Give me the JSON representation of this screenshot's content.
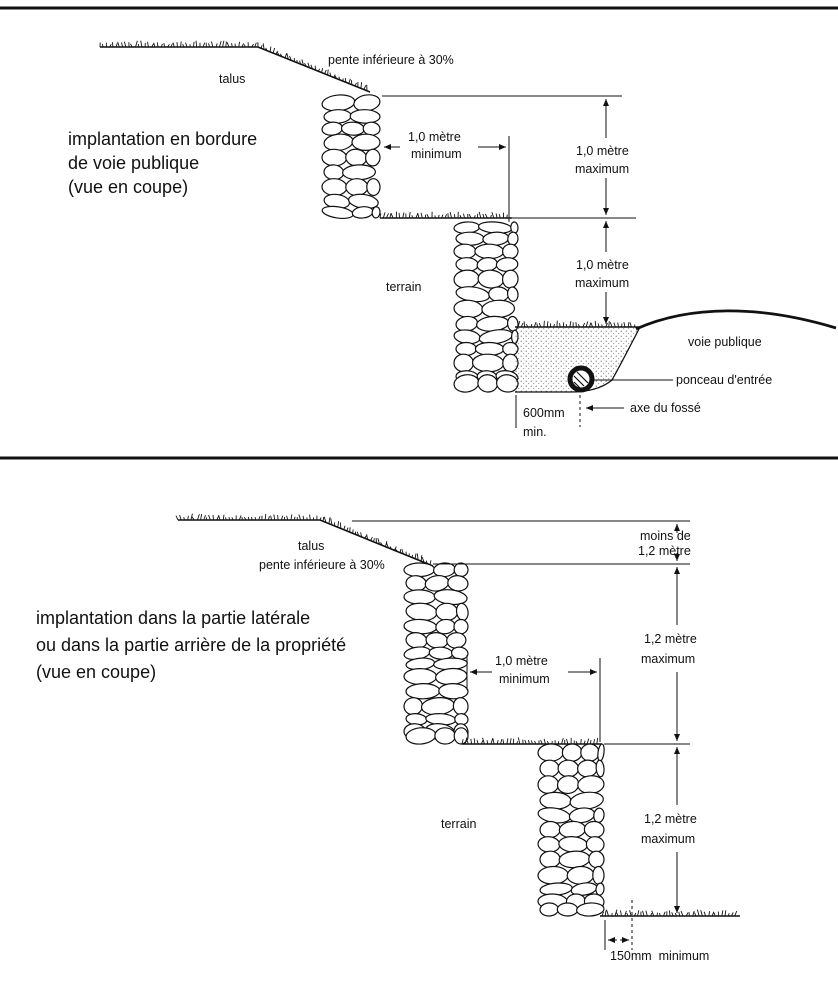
{
  "top": {
    "title_lines": [
      "implantation en bordure",
      "de voie publique",
      "(vue en coupe)"
    ],
    "slope_label": "pente inférieure à 30%",
    "talus_label": "talus",
    "spacing_label_1": "1,0 mètre",
    "spacing_label_2": "minimum",
    "height_upper_1": "1,0 mètre",
    "height_upper_2": "maximum",
    "height_lower_1": "1,0 mètre",
    "height_lower_2": "maximum",
    "terrain_label": "terrain",
    "road_label": "voie publique",
    "culvert_label": "ponceau d'entrée",
    "ditch_axis_label": "axe du fossé",
    "offset_label_1": "600mm",
    "offset_label_2": "min."
  },
  "bottom": {
    "title_lines": [
      "implantation dans la partie latérale",
      "ou dans la partie arrière de la propriété",
      "(vue en coupe)"
    ],
    "talus_label": "talus",
    "slope_label": "pente inférieure à 30%",
    "top_gap_1": "moins de",
    "top_gap_2": "1,2 mètre",
    "height_upper_1": "1,2 mètre",
    "height_upper_2": "maximum",
    "spacing_label_1": "1,0 mètre",
    "spacing_label_2": "minimum",
    "height_lower_1": "1,2 mètre",
    "height_lower_2": "maximum",
    "terrain_label": "terrain",
    "setback_label": "150mm  minimum"
  }
}
